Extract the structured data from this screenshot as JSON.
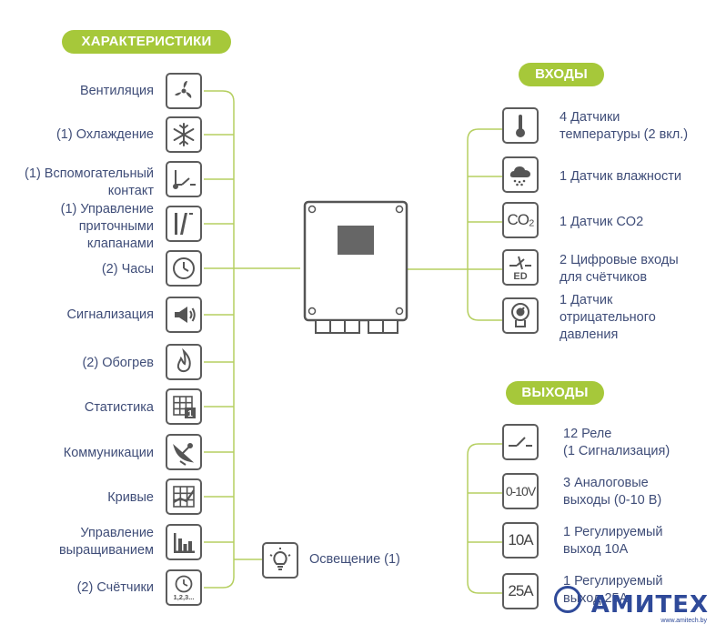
{
  "headers": {
    "characteristics": "ХАРАКТЕРИСТИКИ",
    "inputs": "ВХОДЫ",
    "outputs": "ВЫХОДЫ"
  },
  "characteristics": [
    {
      "label": "Вентиляция",
      "icon": "fan-icon"
    },
    {
      "label": "(1) Охлаждение",
      "icon": "snowflake-icon"
    },
    {
      "label": "(1) Вспомогательный\nконтакт",
      "icon": "contact-switch-icon"
    },
    {
      "label": "(1) Управление\nприточными\nклапанами",
      "icon": "air-inlet-flap-icon"
    },
    {
      "label": "(2) Часы",
      "icon": "clock-icon"
    },
    {
      "label": "Сигнализация",
      "icon": "alarm-horn-icon"
    },
    {
      "label": "(2) Обогрев",
      "icon": "flame-icon"
    },
    {
      "label": "Статистика",
      "icon": "statistics-grid-icon"
    },
    {
      "label": "Коммуникации",
      "icon": "satellite-dish-icon"
    },
    {
      "label": "Кривые",
      "icon": "curves-chart-icon"
    },
    {
      "label": "Управление\nвыращиванием",
      "icon": "bar-chart-icon"
    },
    {
      "label": "(2) Счётчики",
      "icon": "counter-clock-icon",
      "icon_text": "1,2,3..."
    }
  ],
  "lighting": {
    "label": "Освещение (1)",
    "icon": "light-bulb-icon"
  },
  "inputs": [
    {
      "label": "4 Датчики\nтемпературы (2 вкл.)",
      "icon": "thermometer-icon"
    },
    {
      "label": "1 Датчик влажности",
      "icon": "humidity-cloud-icon"
    },
    {
      "label": "1 Датчик CO2",
      "icon": "co2-icon",
      "icon_text": "CO₂"
    },
    {
      "label": "2 Цифровые входы\nдля счётчиков",
      "icon": "digital-input-icon",
      "icon_text": "ED"
    },
    {
      "label": "1 Датчик\nотрицательного\nдавления",
      "icon": "pressure-gauge-icon"
    }
  ],
  "outputs": [
    {
      "label": "12 Реле\n(1 Сигнализация)",
      "icon": "relay-switch-icon"
    },
    {
      "label": "3 Аналоговые\nвыходы (0-10 В)",
      "icon": "analog-0-10v-icon",
      "icon_text": "0-10V"
    },
    {
      "label": "1 Регулируемый\nвыход 10А",
      "icon": "output-10a-icon",
      "icon_text": "10A"
    },
    {
      "label": "1 Регулируемый\nвыход 25А",
      "icon": "output-25a-icon",
      "icon_text": "25A"
    }
  ],
  "watermark": {
    "brand": "АМИТЕХ",
    "site": "www.amitech.by"
  },
  "colors": {
    "accent": "#a6c83a",
    "text": "#3f4d78",
    "icon_border": "#5c5c5c",
    "line": "#b5cf60",
    "brand": "#2f4a99"
  }
}
